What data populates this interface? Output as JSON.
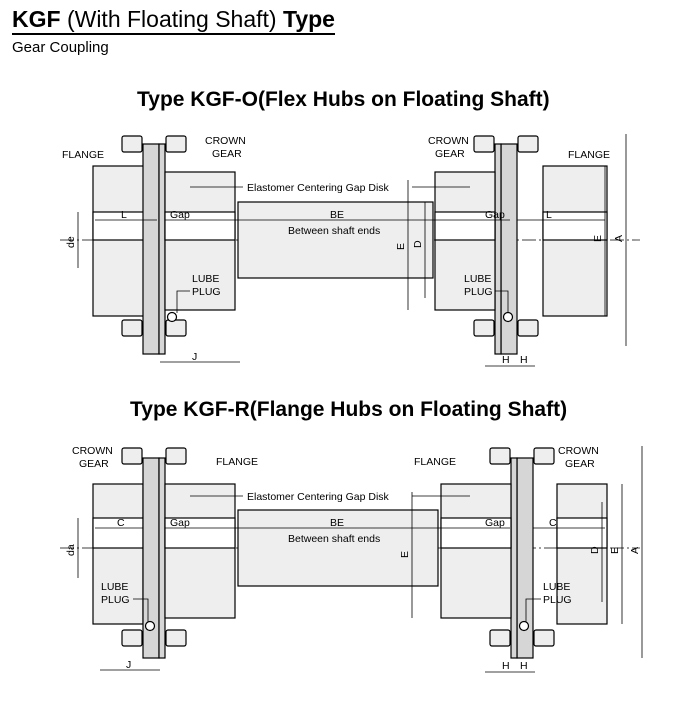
{
  "header": {
    "title_bold_1": "KGF",
    "title_regular": " (With Floating Shaft) ",
    "title_bold_2": "Type",
    "subtitle": "Gear Coupling"
  },
  "diagrams": [
    {
      "title": "Type KGF-O(Flex Hubs on Floating Shaft)",
      "labels": {
        "flange_left": "FLANGE",
        "crown_gear_left_1": "CROWN",
        "crown_gear_left_2": "GEAR",
        "crown_gear_right_1": "CROWN",
        "crown_gear_right_2": "GEAR",
        "flange_right": "FLANGE",
        "gap_disk": "Elastomer Centering Gap Disk",
        "lube_left_1": "LUBE",
        "lube_left_2": "PLUG",
        "lube_right_1": "LUBE",
        "lube_right_2": "PLUG",
        "between": "Between shaft ends"
      },
      "dims": {
        "len_left": "L",
        "len_right": "L",
        "gap_left": "Gap",
        "gap_right": "Gap",
        "be": "BE",
        "bore": "de",
        "e_mid": "E",
        "d_mid": "D",
        "e_right": "E",
        "a_right": "A",
        "j": "J",
        "h1": "H",
        "h2": "H"
      }
    },
    {
      "title": "Type KGF-R(Flange Hubs on Floating Shaft)",
      "labels": {
        "crown_gear_left_1": "CROWN",
        "crown_gear_left_2": "GEAR",
        "flange_left": "FLANGE",
        "flange_right": "FLANGE",
        "crown_gear_right_1": "CROWN",
        "crown_gear_right_2": "GEAR",
        "gap_disk": "Elastomer Centering Gap Disk",
        "lube_left_1": "LUBE",
        "lube_left_2": "PLUG",
        "lube_right_1": "LUBE",
        "lube_right_2": "PLUG",
        "between": "Between shaft ends"
      },
      "dims": {
        "len_left": "C",
        "len_right": "C",
        "gap_left": "Gap",
        "gap_right": "Gap",
        "be": "BE",
        "bore": "da",
        "e_mid": "E",
        "d_right": "D",
        "e_right": "E",
        "a_right": "A",
        "j": "J",
        "h1": "H",
        "h2": "H"
      }
    }
  ]
}
